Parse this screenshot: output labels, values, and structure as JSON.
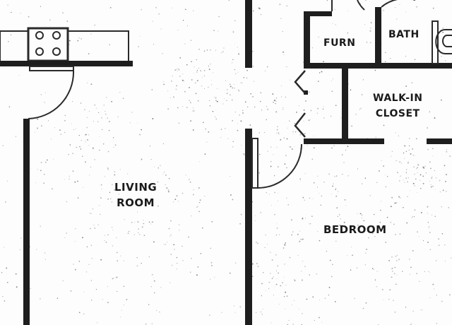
{
  "rooms": {
    "living_room": [
      "LIVING",
      "ROOM"
    ],
    "bedroom": [
      "BEDROOM"
    ],
    "furn": [
      "FURN"
    ],
    "bath": [
      "BATH"
    ],
    "walk_in_closet": [
      "WALK-IN",
      "CLOSET"
    ]
  },
  "colors": {
    "wall": "#1e1e1e",
    "line": "#2a2a2a",
    "speckle": "#6a6a6a",
    "paper": "#fdfdfd"
  }
}
